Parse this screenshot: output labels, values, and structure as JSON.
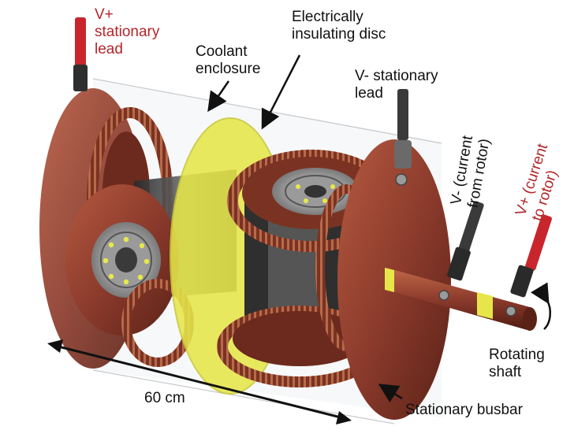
{
  "colors": {
    "copper": "#8c3b2c",
    "copper_dark": "#5a2217",
    "copper_light": "#b55a40",
    "insulator": "#e6e64a",
    "label_red": "#b3262a",
    "label_dark": "#111111",
    "lead_red": "#c8262c",
    "lead_gray": "#3a3a3a"
  },
  "labels": {
    "v_plus_stationary": [
      "V+",
      "stationary",
      "lead"
    ],
    "coolant_enclosure": [
      "Coolant",
      "enclosure"
    ],
    "insulating_disc": [
      "Electrically",
      "insulating disc"
    ],
    "v_minus_stationary": [
      "V- stationary",
      "lead"
    ],
    "v_minus_rotor": [
      "V- (current",
      "from rotor)"
    ],
    "v_plus_rotor": [
      "V+ (current",
      "to rotor)"
    ],
    "rotating_shaft": [
      "Rotating",
      "shaft"
    ],
    "length": "60 cm",
    "stationary_busbar": "Stationary busbar"
  }
}
